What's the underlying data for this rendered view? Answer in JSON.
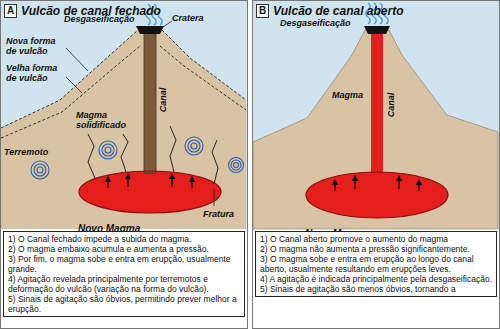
{
  "diagram": {
    "nodes": [
      {
        "text": [
          "A",
          "Vulcão de canal fechado"
        ]
      },
      {
        "text": [
          "Novo Magma"
        ],
        "in": 0
      },
      {
        "text": [
          "1) O Canal fechado impede a subida do magma.",
          "2) O magma embaixo acumula e aumenta a pressão.",
          "3) Por fim, o magma sobe e entra em erupção, usualmente grande.",
          "4) Agitação revelada principalmente por terremotos e deformação do vulcão (variação na forma do vulcão).",
          "5) Sinais de agitação são óbvios, permitindo prever melhor a erupção."
        ],
        "in": 0
      },
      {
        "text": [
          "B",
          "Vulcão de canal aberto"
        ]
      },
      {
        "text": [
          "Novo Magma"
        ],
        "in": 3
      },
      {
        "text": [
          "1) O Canal aberto promove o aumento do magma",
          "2) O magma não aumenta a pressão significantemente.",
          "3) O magma sobe e entra em erupção ao longo do canal aberto, usualmente resultando em erupções leves.",
          "4) A agitação é indicada principalmente pela desgaseificação.",
          "5) Sinais de agitação são menos óbvios, tornando a"
        ],
        "in": 3
      }
    ],
    "labels": [
      "Desgaseificação",
      "Cratera",
      "Nova forma de vulcão",
      "Velha forma de vulcão",
      "Magma solidificado",
      "Canal",
      "Terremoto",
      "Fratura",
      "Desgaseificação",
      "Magma",
      "Canal"
    ]
  }
}
